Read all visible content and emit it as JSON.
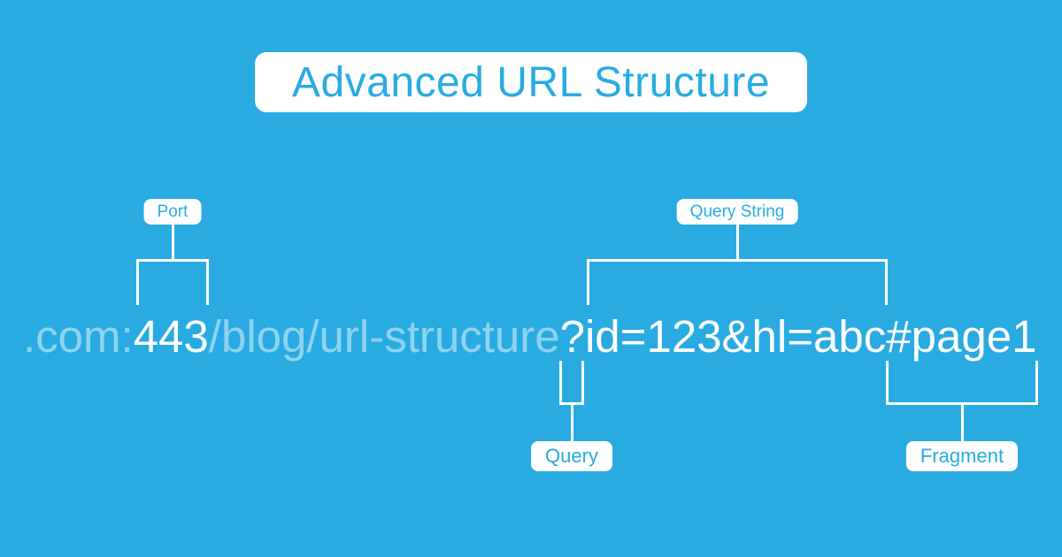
{
  "colors": {
    "background": "#29abe2",
    "label_background": "#ffffff",
    "label_text": "#29abe2",
    "connector_line": "#ffffff",
    "url_bright": "#ffffff",
    "url_muted": "rgba(255,255,255,0.48)"
  },
  "title": "Advanced URL Structure",
  "url": {
    "segments": [
      {
        "role": "domain-suffix",
        "text": ".com:",
        "emphasis": "muted"
      },
      {
        "role": "port",
        "text": "443",
        "emphasis": "bright"
      },
      {
        "role": "path",
        "text": "/blog/url-structure",
        "emphasis": "muted"
      },
      {
        "role": "query-string",
        "text": "?id=123&hl=abc",
        "emphasis": "bright"
      },
      {
        "role": "fragment",
        "text": "#page1",
        "emphasis": "bright"
      }
    ]
  },
  "labels": {
    "port": "Port",
    "query_string": "Query String",
    "query": "Query",
    "fragment": "Fragment"
  }
}
